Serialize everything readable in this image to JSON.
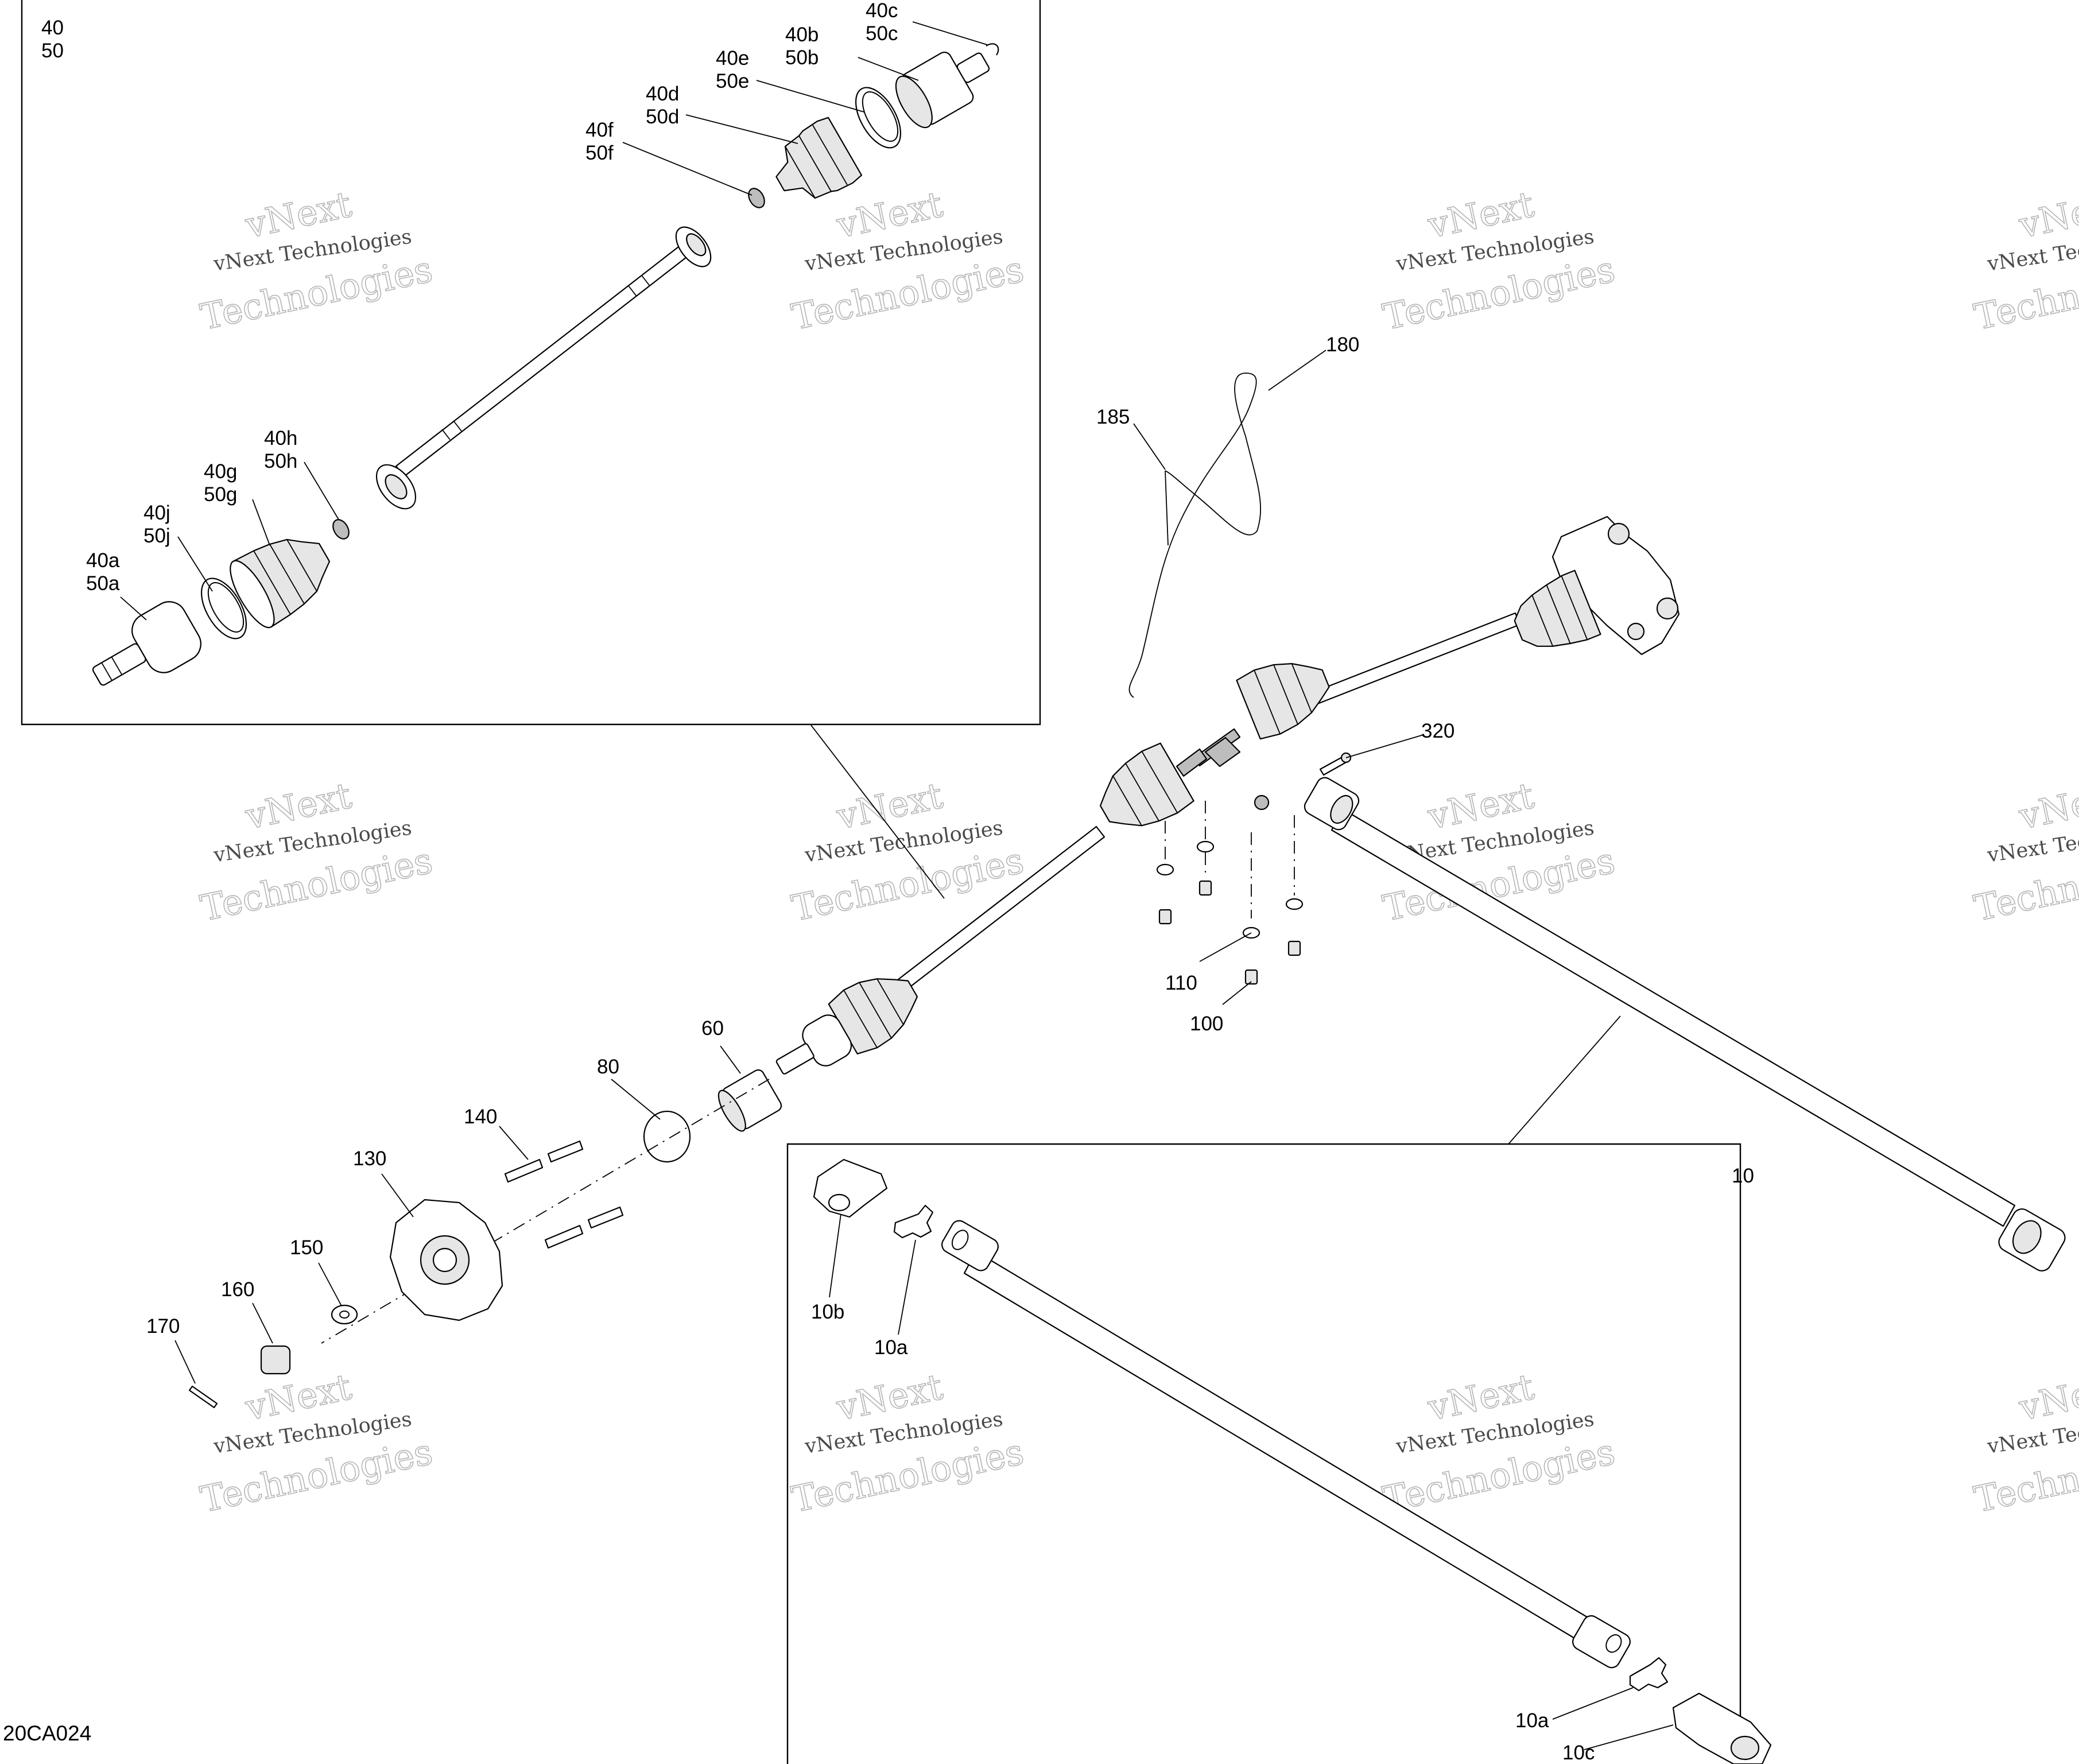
{
  "figure_code": "20CA024",
  "watermark": {
    "line1": "vNext Technologies",
    "line2": "vNext",
    "line3": "Technologies"
  },
  "insets": {
    "cv_joint_kit": {
      "line1": "40",
      "line2": "50"
    },
    "propeller_shaft": {
      "label": "10"
    }
  },
  "callouts": {
    "c40c": "40c",
    "c50c": "50c",
    "c40b": "40b",
    "c50b": "50b",
    "c40e": "40e",
    "c50e": "50e",
    "c40d": "40d",
    "c50d": "50d",
    "c40f": "40f",
    "c50f": "50f",
    "c40h": "40h",
    "c50h": "50h",
    "c40g": "40g",
    "c50g": "50g",
    "c40j": "40j",
    "c50j": "50j",
    "c40a": "40a",
    "c50a": "50a",
    "c180": "180",
    "c185": "185",
    "c320": "320",
    "c110": "110",
    "c100": "100",
    "c60": "60",
    "c80": "80",
    "c140": "140",
    "c130": "130",
    "c150": "150",
    "c160": "160",
    "c170": "170",
    "c10b": "10b",
    "c10a_upper": "10a",
    "c10a_lower": "10a",
    "c10c": "10c"
  }
}
